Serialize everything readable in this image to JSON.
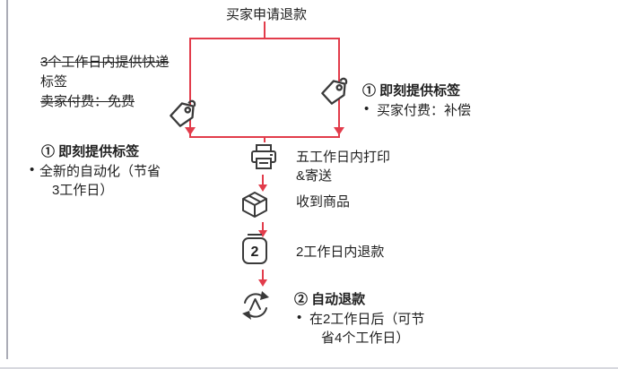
{
  "title": "买家申请退款",
  "strike_note": {
    "line1": "3个工作日内提供快递",
    "line2": "标签",
    "line3": "卖家付费：免费"
  },
  "right_branch": {
    "heading": "① 即刻提供标签",
    "marker": "•",
    "bullet": "买家付费：补偿"
  },
  "left_branch": {
    "heading": "① 即刻提供标签",
    "marker": "•",
    "bullet_line1": "全新的自动化（节省",
    "bullet_line2": "3工作日）"
  },
  "steps": {
    "print": {
      "icon": "printer-icon",
      "line1": "五工作日内打印",
      "line2": "&寄送"
    },
    "receive": {
      "icon": "package-icon",
      "label": "收到商品"
    },
    "refund2": {
      "icon": "calendar-2-icon",
      "label": "2工作日内退款",
      "badge": "2"
    },
    "auto": {
      "icon": "auto-refund-icon",
      "heading": "② 自动退款",
      "marker": "•",
      "bullet_line1": "在2工作日后（可节",
      "bullet_line2": "省4个工作日）"
    }
  },
  "colors": {
    "connector_red": "#e23c4b",
    "icon_stroke": "#3a3a3a",
    "text": "#1f1f1f",
    "frame_line": "#abacb6"
  }
}
